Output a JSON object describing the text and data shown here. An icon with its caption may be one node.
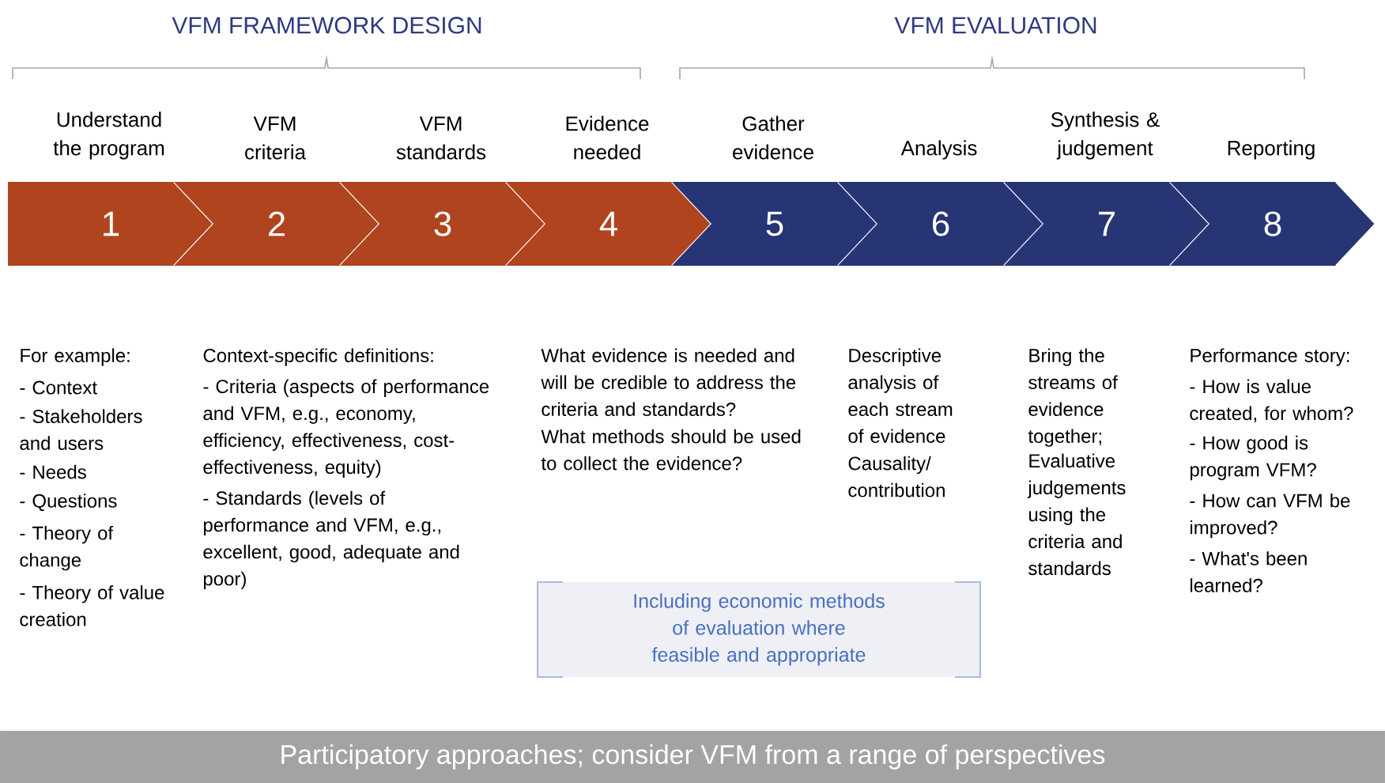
{
  "diagram": {
    "nodes": [
      {
        "text": [
          "Understand the program",
          "1"
        ],
        "beside": [
          "For example:",
          "- Context",
          "- Stakeholders and users",
          "- Needs",
          "- Questions",
          "- Theory of change",
          "- Theory of value creation"
        ]
      },
      {
        "text": [
          "VFM criteria",
          "2"
        ],
        "beside": [
          "Context-specific definitions:",
          "- Criteria (aspects of performance and VFM, e.g., economy, efficiency, effectiveness, cost-effectiveness, equity)",
          "- Standards (levels of performance and VFM, e.g., excellent, good, adequate and poor)"
        ]
      },
      {
        "text": [
          "VFM standards",
          "3"
        ]
      },
      {
        "text": [
          "Evidence needed",
          "4"
        ],
        "beside": [
          "What evidence is needed and will be credible to address the criteria and standards?",
          "What methods should be used to collect the evidence?"
        ]
      },
      {
        "text": [
          "Gather evidence",
          "5"
        ]
      },
      {
        "text": [
          "Analysis",
          "6"
        ],
        "beside": [
          "Descriptive analysis of each stream of evidence",
          "Causality/ contribution"
        ]
      },
      {
        "text": [
          "Synthesis & judgement",
          "7"
        ],
        "beside": [
          "Bring the streams of evidence together;",
          "Evaluative judgements using the criteria and standards"
        ]
      },
      {
        "text": [
          "Reporting",
          "8"
        ],
        "beside": [
          "Performance story:",
          "- How is value created, for whom?",
          "- How good is program VFM?",
          "- How can VFM be improved?",
          "- What's been learned?"
        ]
      },
      {
        "text": [
          "Including economic methods of evaluation where feasible and appropriate"
        ]
      },
      {
        "text": [
          "Participatory approaches; consider VFM from a range of perspectives"
        ]
      }
    ],
    "labels": [
      "VFM FRAMEWORK DESIGN",
      "VFM EVALUATION"
    ]
  }
}
